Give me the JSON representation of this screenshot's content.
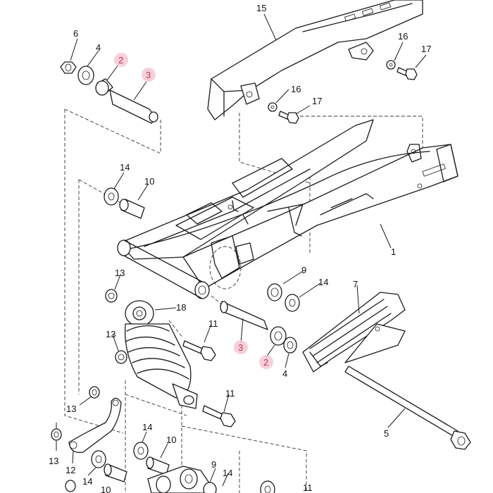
{
  "callouts": {
    "c15": "15",
    "c16a": "16",
    "c17a": "17",
    "c16b": "16",
    "c17b": "17",
    "c6": "6",
    "c4a": "4",
    "c2a": "2",
    "c3a": "3",
    "c14a": "14",
    "c10a": "10",
    "c1": "1",
    "c13a": "13",
    "c18": "18",
    "c11a": "11",
    "c13b": "13",
    "c9a": "9",
    "c14b": "14",
    "c7": "7",
    "c3b": "3",
    "c2b": "2",
    "c4b": "4",
    "c11b": "11",
    "c5": "5",
    "c13c": "13",
    "c13d": "13",
    "c12": "12",
    "c14c": "14",
    "c10b": "10",
    "c9b": "9",
    "c14d": "14",
    "c14e": "14",
    "c10c": "10",
    "c11c": "11"
  },
  "colors": {
    "line": "#1a1a1a",
    "highlight": "#f6c8d4",
    "highlight_text": "#c0395a"
  }
}
